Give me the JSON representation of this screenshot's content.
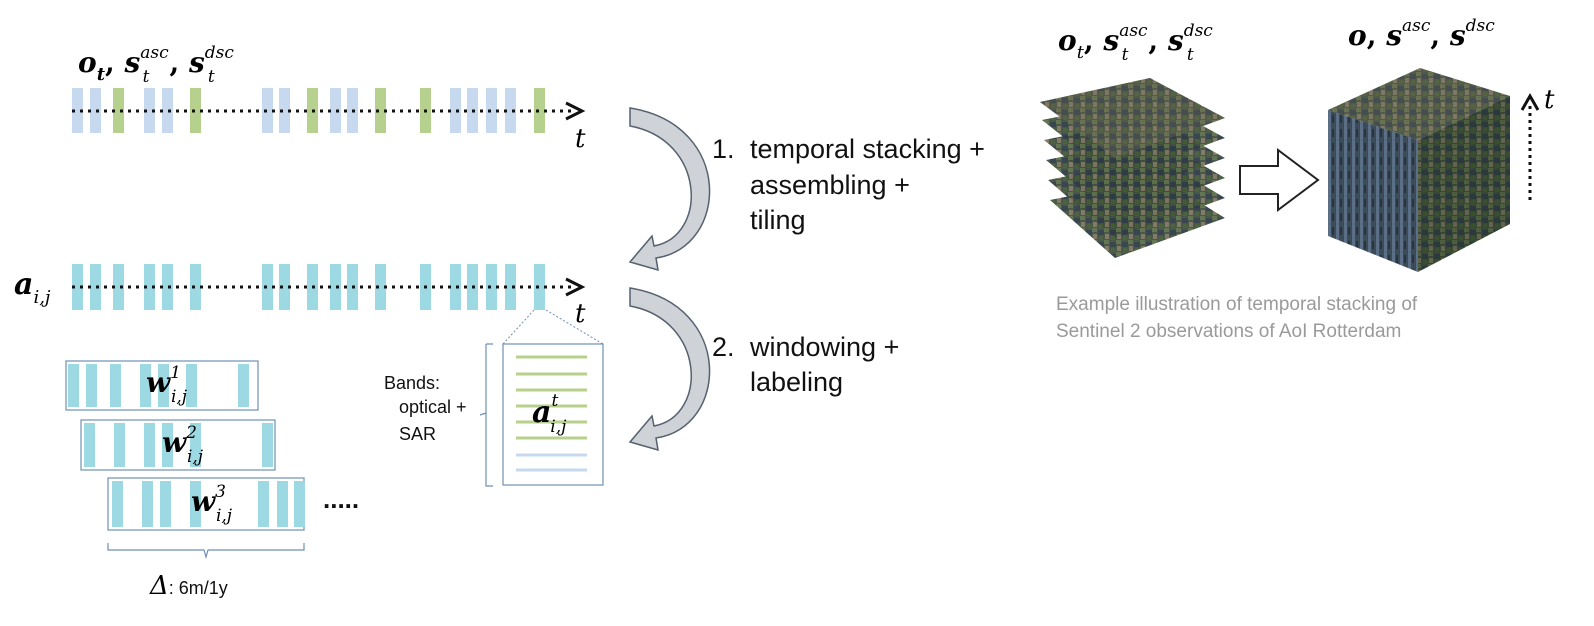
{
  "timelines": {
    "observations": {
      "label_main": "o",
      "label_sub": "t",
      "label_rest_1": ", ",
      "label_s1": "s",
      "label_s1_sup": "asc",
      "label_s1_sub": "t",
      "label_rest_2": ", ",
      "label_s2": "s",
      "label_s2_sup": "dsc",
      "label_s2_sub": "t",
      "bar_colors": [
        "blue",
        "blue",
        "green",
        "blue",
        "blue",
        "green",
        "blue",
        "blue",
        "green",
        "blue",
        "blue",
        "green",
        "green",
        "blue",
        "blue",
        "blue",
        "blue",
        "green"
      ],
      "time_label": "t"
    },
    "assembled": {
      "label_main": "a",
      "label_sub": "i,j",
      "time_label": "t"
    }
  },
  "steps": [
    {
      "number": "1.",
      "lines": [
        "temporal stacking +",
        "assembling +",
        "tiling"
      ]
    },
    {
      "number": "2.",
      "lines": [
        "windowing +",
        "labeling"
      ]
    }
  ],
  "windows": [
    {
      "main": "w",
      "sup": "1",
      "sub": "i,j"
    },
    {
      "main": "w",
      "sup": "2",
      "sub": "i,j"
    },
    {
      "main": "w",
      "sup": "3",
      "sub": "i,j"
    }
  ],
  "windows_more": ".....",
  "window_span": {
    "symbol": "Δ",
    "text": ": 6m/1y"
  },
  "bands": {
    "title": "Bands:",
    "line2": "optical +",
    "line3": "SAR",
    "stack_main": "a",
    "stack_sup": "t",
    "stack_sub": "i,j"
  },
  "illustration": {
    "left_label": {
      "main": "o",
      "sub": "t",
      "s": "s",
      "sup1": "asc",
      "sub1": "t",
      "sup2": "dsc",
      "sub2": "t"
    },
    "right_label": {
      "main": "o",
      "s": "s",
      "sup1": "asc",
      "sup2": "dsc"
    },
    "time_label": "t",
    "caption_line1": "Example illustration of temporal stacking of",
    "caption_line2": "Sentinel 2 observations of AoI Rotterdam"
  },
  "colors": {
    "optical": "#c6d9ef",
    "sar": "#b6d08e",
    "assembled": "#9dd9e3",
    "window_border": "#6f8fb5",
    "arrow_fill": "#cfd2d6",
    "arrow_stroke": "#556070",
    "caption": "#9a9a9a"
  }
}
